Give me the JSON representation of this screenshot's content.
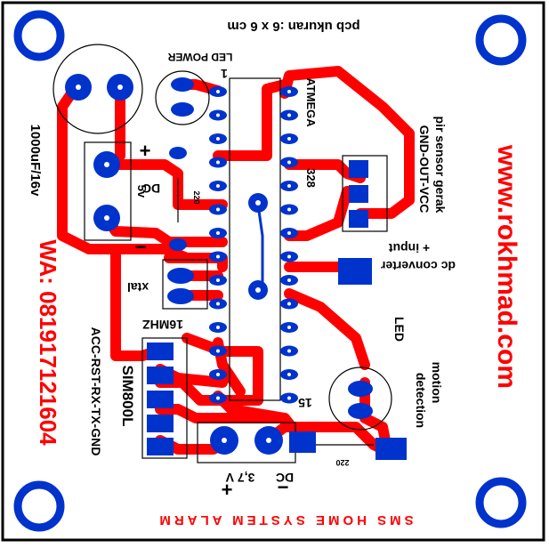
{
  "board": {
    "header": "pcb ukuran :6 x 6 cm",
    "footer": "SMS HOME SYSTEM ALARM",
    "website": "www.rokhmad.com",
    "contact": "WA: 081917121604",
    "led_power": "LED POWER",
    "mcu_name": "ATMEGA",
    "mcu_model": "328",
    "pin1": "1",
    "pin15": "15",
    "res_top": "220",
    "res_bottom": "220",
    "cap_label": "1000uF/16v",
    "dc5v": "DC",
    "dc5v_value": "5v",
    "pir_label1": "pir sensor gerak",
    "pir_label2": "GND-OUT-VCC",
    "input_plus": "+ input",
    "input_label": "dc converter",
    "led_motion1": "LED",
    "led_motion2": "motion",
    "led_motion3": "detection",
    "xtal": "xtal",
    "freq": "16MHZ",
    "sim_module": "SIM800L",
    "sim_pins": "ACC-RST-RX-TX-GND",
    "dc37": "DC",
    "dc37_value": "3,7 V",
    "plus": "+",
    "minus": "−"
  },
  "colors": {
    "copper": "#ff0000",
    "pad": "#0033cc",
    "silk": "#000000",
    "hole": "#ffffff"
  }
}
